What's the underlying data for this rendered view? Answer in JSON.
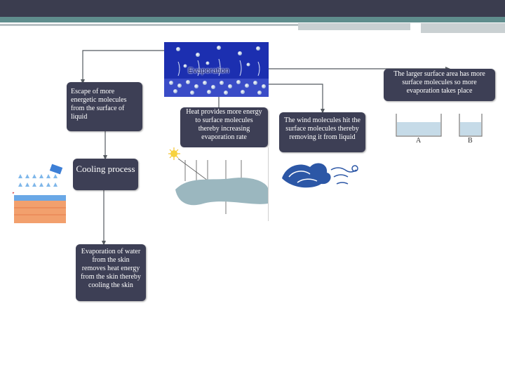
{
  "center": {
    "title": "Evaporation"
  },
  "nodes": {
    "escape": "Escape of more energetic molecules from the surface of liquid",
    "cooling": "Cooling process",
    "skin": "Evaporation of water from the skin removes heat energy from the skin thereby cooling the skin",
    "heat": "Heat provides more energy to surface molecules thereby increasing evaporation rate",
    "wind": "The wind molecules hit the surface molecules thereby removing it from liquid",
    "area": "The larger surface area has more surface molecules so more evaporation takes place"
  },
  "images": {
    "beakers": {
      "label_a": "A",
      "label_b": "B"
    }
  },
  "colors": {
    "top_bar": "#3b3d4f",
    "accent_teal": "#5f8d8d",
    "node_fill": "#3d3f55",
    "evaporation_bg": "#1c2fb0"
  }
}
